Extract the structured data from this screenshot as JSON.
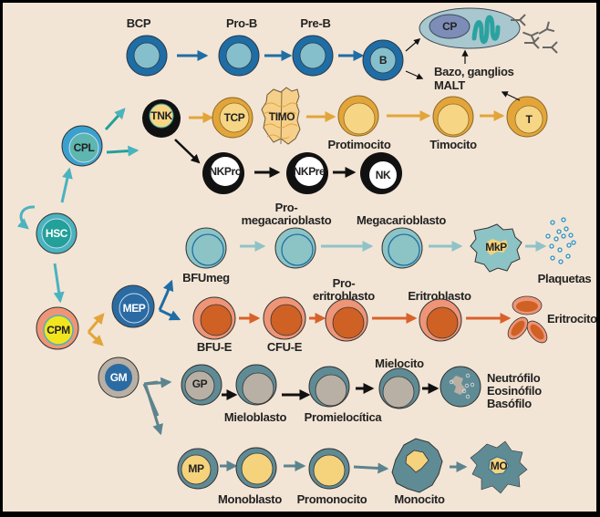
{
  "colors": {
    "background": "#F3E5D5",
    "border": "#000000",
    "b_line": "#1F6DA5",
    "b_inner": "#85BFCB",
    "t_line": "#E3A53A",
    "t_inner": "#F6D584",
    "nk_line": "#111111",
    "teal": "#4AB3C0",
    "teal_dark": "#23A09A",
    "mk_line": "#8FC3C8",
    "mk_inner": "#8CC4C5",
    "ery_line": "#D9622A",
    "ery_outer": "#EE9577",
    "ery_inner": "#CF6124",
    "gm_line": "#5C848E",
    "gm_outer": "#5F8B95",
    "gm_inner": "#B8B0A4",
    "mono_inner": "#F5D27C",
    "cpm_yellow": "#F2E51E",
    "mep_blue": "#2B6BA3"
  },
  "cells": {
    "hsc": "HSC",
    "cpl": "CPL",
    "cpm": "CPM",
    "mep": "MEP",
    "gm": "GM",
    "tnk": "TNK",
    "tcp": "TCP",
    "timo": "TIMO",
    "t": "T",
    "nkpro": "NKPro",
    "nkpre": "NKPre",
    "nk": "NK",
    "b": "B",
    "cp": "CP",
    "mkp": "MkP",
    "gp": "GP",
    "mp": "MP",
    "mo": "MO"
  },
  "labels": {
    "bcp": "BCP",
    "pro_b": "Pro-B",
    "pre_b": "Pre-B",
    "bazo": "Bazo, ganglios",
    "malt": "MALT",
    "protimocito": "Protimocito",
    "timocito": "Timocito",
    "pro_mega_1": "Pro-",
    "pro_mega_2": "megacarioblasto",
    "megacarioblasto": "Megacarioblasto",
    "bfumeg": "BFUmeg",
    "plaquetas": "Plaquetas",
    "pro_eri_1": "Pro-",
    "pro_eri_2": "eritroblasto",
    "eritroblasto": "Eritroblasto",
    "eritrocitos": "Eritrocitos",
    "bfue": "BFU-E",
    "cfue": "CFU-E",
    "mielocito": "Mielocito",
    "mieloblasto": "Mieloblasto",
    "promielocitica": "Promielocítica",
    "neutrofilo": "Neutrófilo",
    "eosinofilo": "Eosinófilo",
    "basofilo": "Basófilo",
    "monoblasto": "Monoblasto",
    "promonocito": "Promonocito",
    "monocito": "Monocito"
  }
}
